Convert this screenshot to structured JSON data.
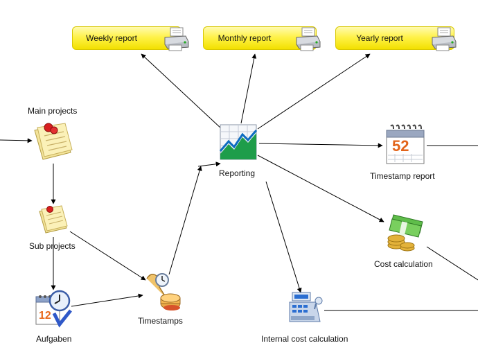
{
  "reports": {
    "weekly": "Weekly report",
    "monthly": "Monthly report",
    "yearly": "Yearly report"
  },
  "nodes": {
    "main_projects": "Main projects",
    "sub_projects": "Sub projects",
    "aufgaben": "Aufgaben",
    "timestamps": "Timestamps",
    "reporting": "Reporting",
    "timestamp_report": "Timestamp report",
    "cost_calculation": "Cost calculation",
    "internal_cost_calculation": "Internal cost calculation"
  },
  "calendar_number": "52",
  "aufgaben_calendar_number": "12",
  "icons": {
    "printer": "printer-icon",
    "notes": "sticky-notes-icon",
    "chart": "line-chart-icon",
    "calendar": "calendar-icon",
    "stamp": "stamp-icon",
    "money": "money-icon",
    "register": "cash-register-icon",
    "task": "task-calendar-clock-icon"
  },
  "colors": {
    "report_box": "#fff24a",
    "arrow": "#000000"
  }
}
